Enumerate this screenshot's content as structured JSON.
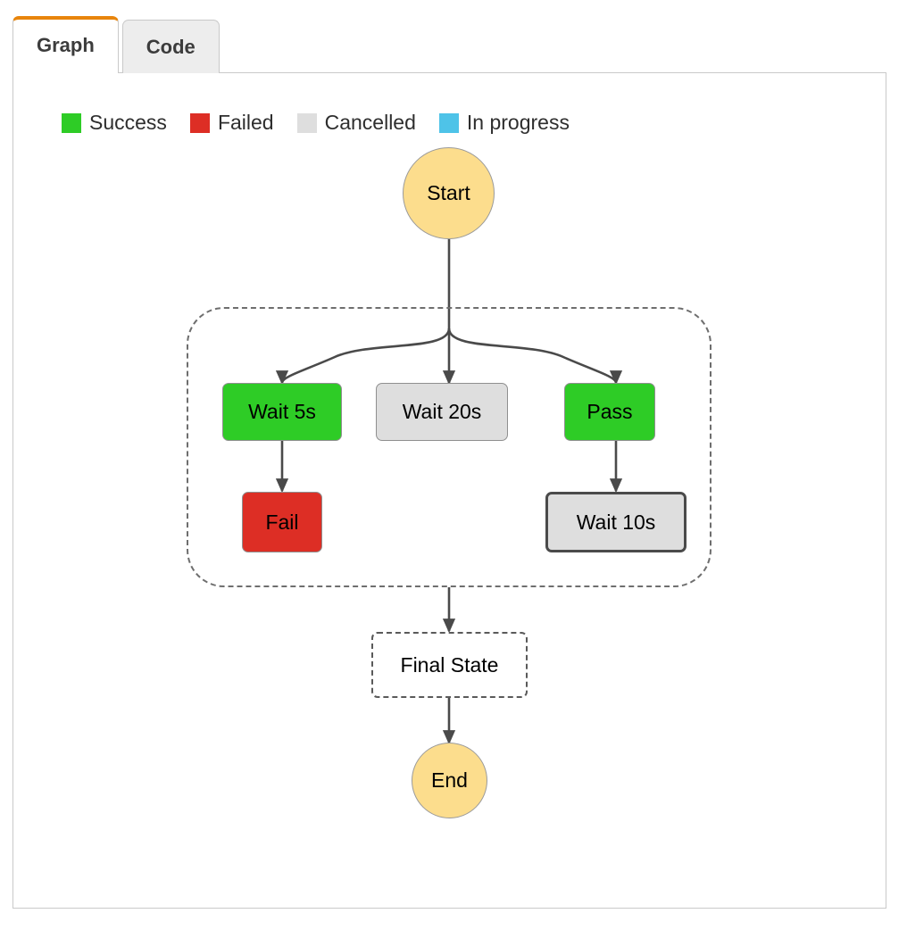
{
  "tabs": [
    {
      "label": "Graph",
      "active": true
    },
    {
      "label": "Code",
      "active": false
    }
  ],
  "accent_color": "#e8850c",
  "legend": {
    "items": [
      {
        "label": "Success",
        "color": "#2ecc26"
      },
      {
        "label": "Failed",
        "color": "#dd2e25"
      },
      {
        "label": "Cancelled",
        "color": "#dedede"
      },
      {
        "label": "In progress",
        "color": "#4ec3e8"
      }
    ]
  },
  "graph": {
    "group_label": "",
    "nodes": [
      {
        "id": "start",
        "label": "Start",
        "shape": "circle",
        "status": "pending",
        "color": "#fcdd8d",
        "selected": false
      },
      {
        "id": "wait5",
        "label": "Wait 5s",
        "shape": "box",
        "status": "success",
        "color": "#2ecc26",
        "selected": false
      },
      {
        "id": "wait20",
        "label": "Wait 20s",
        "shape": "box",
        "status": "cancelled",
        "color": "#dedede",
        "selected": false
      },
      {
        "id": "pass",
        "label": "Pass",
        "shape": "box",
        "status": "success",
        "color": "#2ecc26",
        "selected": false
      },
      {
        "id": "fail",
        "label": "Fail",
        "shape": "box",
        "status": "failed",
        "color": "#dd2e25",
        "selected": false
      },
      {
        "id": "wait10",
        "label": "Wait 10s",
        "shape": "box",
        "status": "cancelled",
        "color": "#dedede",
        "selected": true
      },
      {
        "id": "finalstate",
        "label": "Final State",
        "shape": "dashed",
        "status": "none",
        "color": "#ffffff",
        "selected": false
      },
      {
        "id": "end",
        "label": "End",
        "shape": "circle",
        "status": "pending",
        "color": "#fcdd8d",
        "selected": false
      }
    ],
    "edges": [
      {
        "from": "start",
        "to": "wait5"
      },
      {
        "from": "start",
        "to": "wait20"
      },
      {
        "from": "start",
        "to": "pass"
      },
      {
        "from": "wait5",
        "to": "fail"
      },
      {
        "from": "pass",
        "to": "wait10"
      },
      {
        "from": "group",
        "to": "finalstate"
      },
      {
        "from": "finalstate",
        "to": "end"
      }
    ]
  }
}
